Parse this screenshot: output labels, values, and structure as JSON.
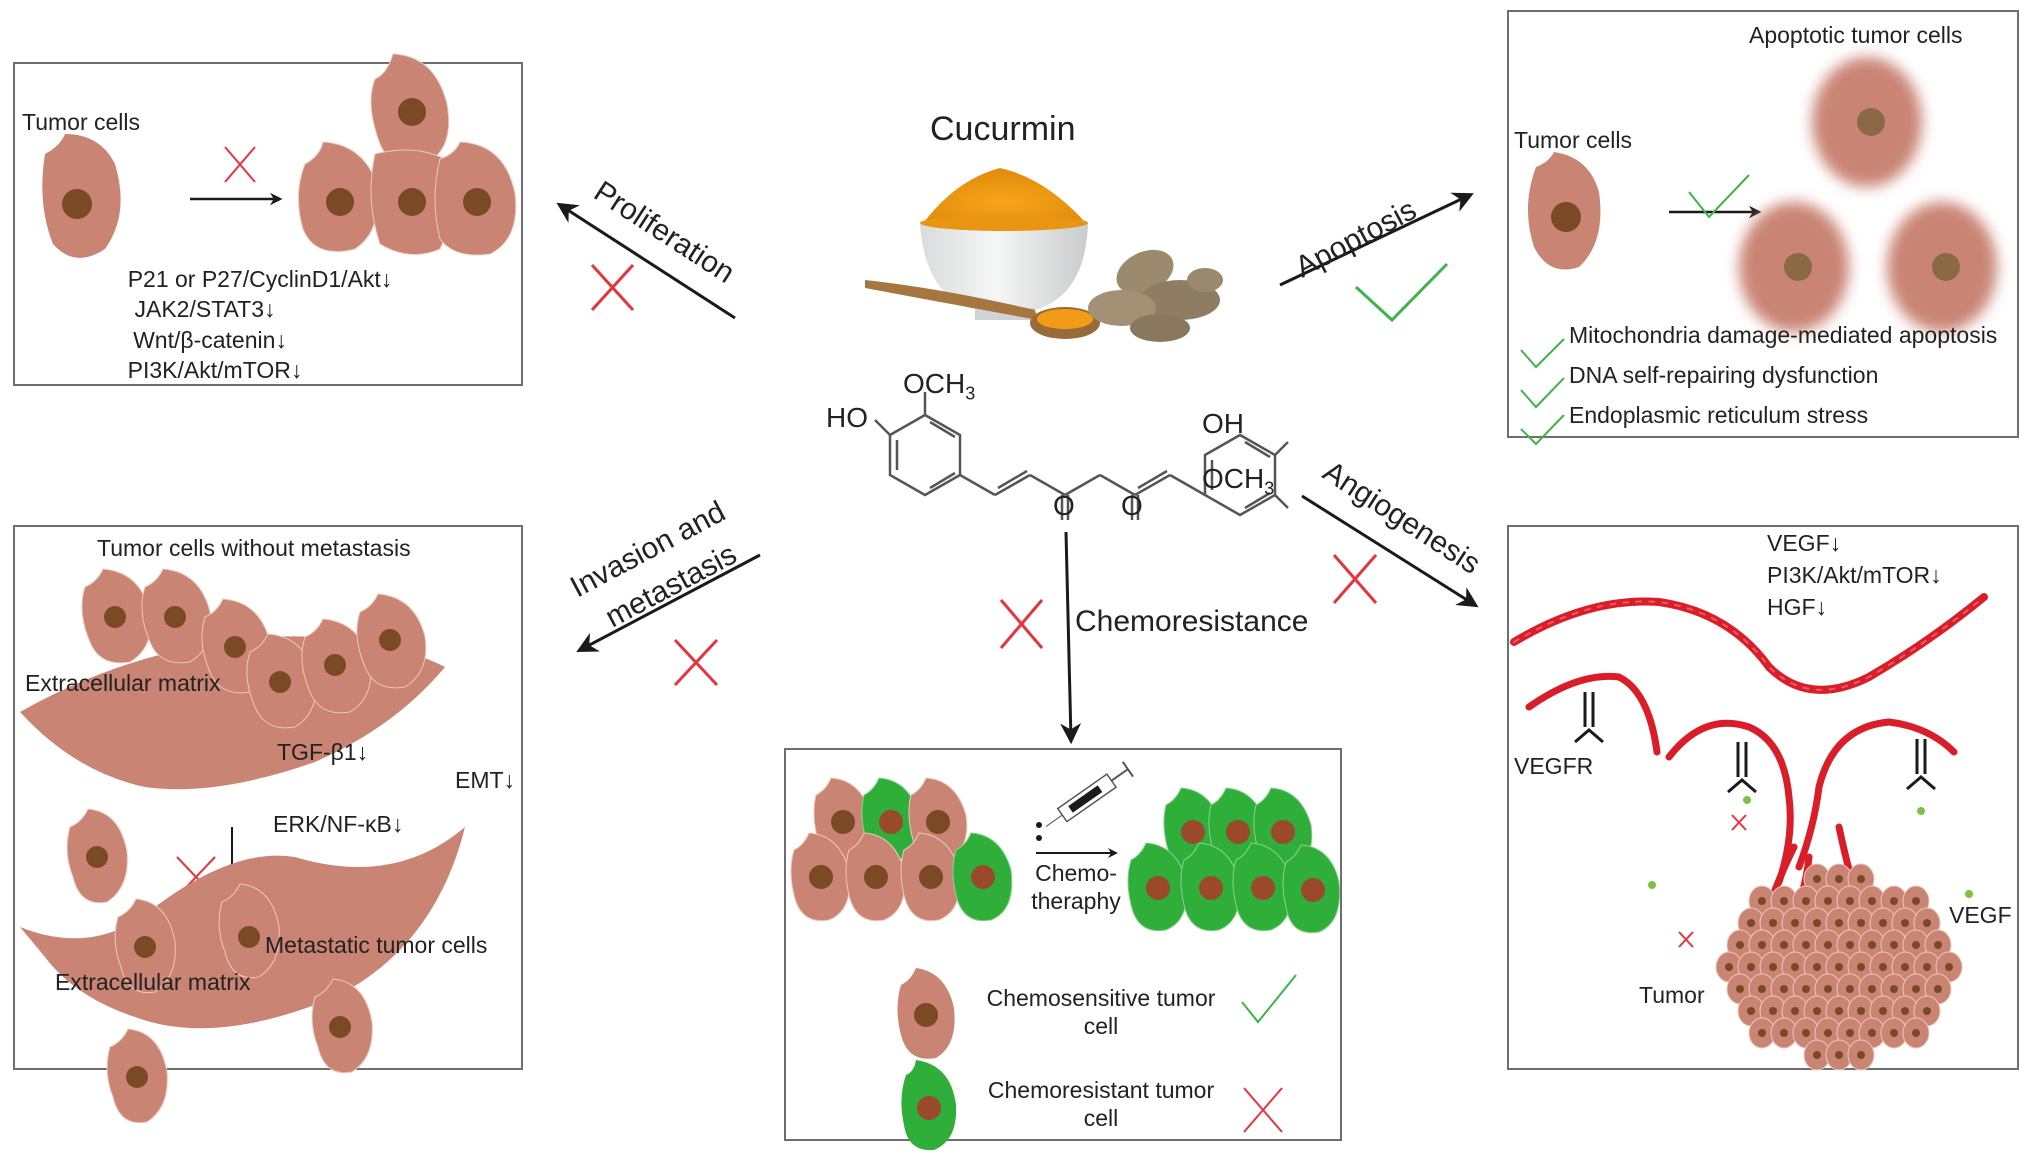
{
  "title": "Cucurmin",
  "structure": {
    "labels": [
      "HO",
      "OCH3",
      "OH",
      "OCH3",
      "O",
      "O"
    ],
    "ho_left": "HO",
    "och3_left": "OCH",
    "sub3": "3",
    "oh_right": "OH",
    "och3_right": "OCH",
    "o1": "O",
    "o2": "O"
  },
  "colors": {
    "cell": "#c98473",
    "nucleus": "#7a4a24",
    "resistant_cell": "#2fae3a",
    "check": "#3cb44b",
    "cross": "#e8333c",
    "vessel": "#d91e2a",
    "arrow": "#1a1a1a"
  },
  "pathways": [
    {
      "name": "Proliferation",
      "effect": "inhibited",
      "marker": "cross"
    },
    {
      "name": "Apoptosis",
      "effect": "promoted",
      "marker": "check"
    },
    {
      "name": "Invasion and metastasis",
      "line1": "Invasion and",
      "line2": "metastasis",
      "effect": "inhibited",
      "marker": "cross"
    },
    {
      "name": "Chemoresistance",
      "effect": "inhibited",
      "marker": "cross"
    },
    {
      "name": "Angiogenesis",
      "effect": "inhibited",
      "marker": "cross"
    }
  ],
  "proliferation_panel": {
    "label": "Tumor cells",
    "markers": [
      "P21 or P27/CyclinD1/Akt↓",
      "JAK2/STAT3↓",
      "Wnt/β-catenin↓",
      "PI3K/Akt/mTOR↓"
    ]
  },
  "apoptosis_panel": {
    "title": "Apoptotic tumor cells",
    "label": "Tumor cells",
    "mechanisms": [
      "Mitochondria damage-mediated apoptosis",
      "DNA self-repairing dysfunction",
      "Endoplasmic reticulum stress"
    ]
  },
  "metastasis_panel": {
    "title": "Tumor cells without metastasis",
    "ecm_top": "Extracellular matrix",
    "ecm_bottom": "Extracellular matrix",
    "metastatic_label": "Metastatic tumor cells",
    "tgf": "TGF-β1↓",
    "erk": "ERK/NF-κB↓",
    "emt": "EMT↓"
  },
  "chemo_panel": {
    "arrow_label_1": "Chemo-",
    "arrow_label_2": "theraphy",
    "legend": [
      {
        "line1": "Chemosensitive tumor",
        "line2": "cell",
        "marker": "check"
      },
      {
        "line1": "Chemoresistant tumor",
        "line2": "cell",
        "marker": "cross"
      }
    ]
  },
  "angiogenesis_panel": {
    "markers": [
      "VEGF↓",
      "PI3K/Akt/mTOR↓",
      "HGF↓"
    ],
    "vegfr": "VEGFR",
    "vegf": "VEGF",
    "tumor": "Tumor"
  }
}
